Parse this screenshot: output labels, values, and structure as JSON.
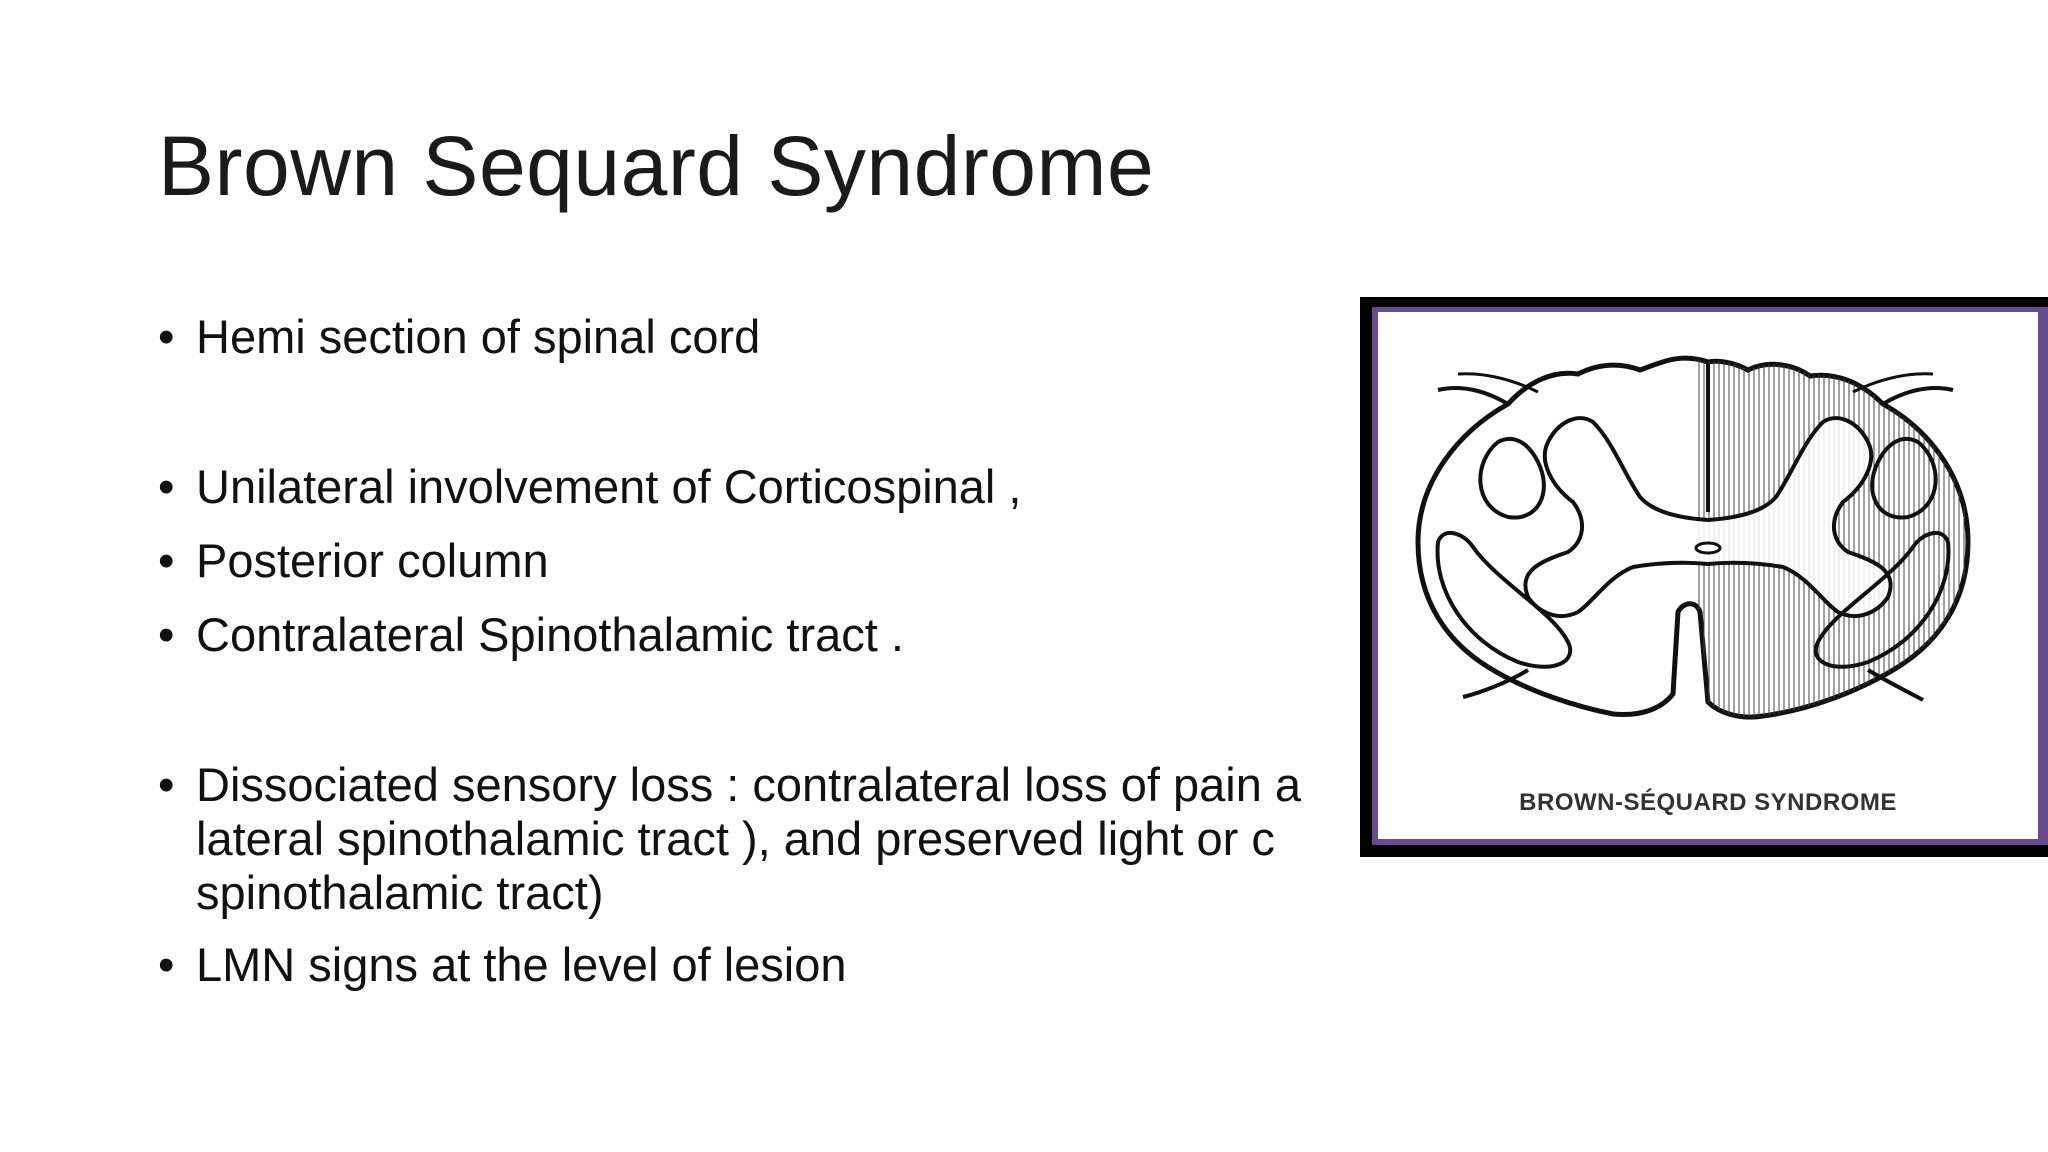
{
  "slide": {
    "title": "Brown Sequard Syndrome",
    "bullets": [
      {
        "text": "Hemi section of spinal cord"
      },
      {
        "text": "Unilateral involvement of Corticospinal ,"
      },
      {
        "text": "Posterior column"
      },
      {
        "text": "Contralateral Spinothalamic tract ."
      },
      {
        "text": "Dissociated sensory loss :  contralateral loss of pain a"
      },
      {
        "text": "lateral spinothalamic tract ), and preserved light or c"
      },
      {
        "text": "spinothalamic tract)"
      },
      {
        "text": "LMN signs at the level of lesion"
      }
    ],
    "bullet_char": "•",
    "figure": {
      "caption": "BROWN-SÉQUARD SYNDROME",
      "border_color": "#000000",
      "accent_color": "#6a4a8c"
    }
  }
}
